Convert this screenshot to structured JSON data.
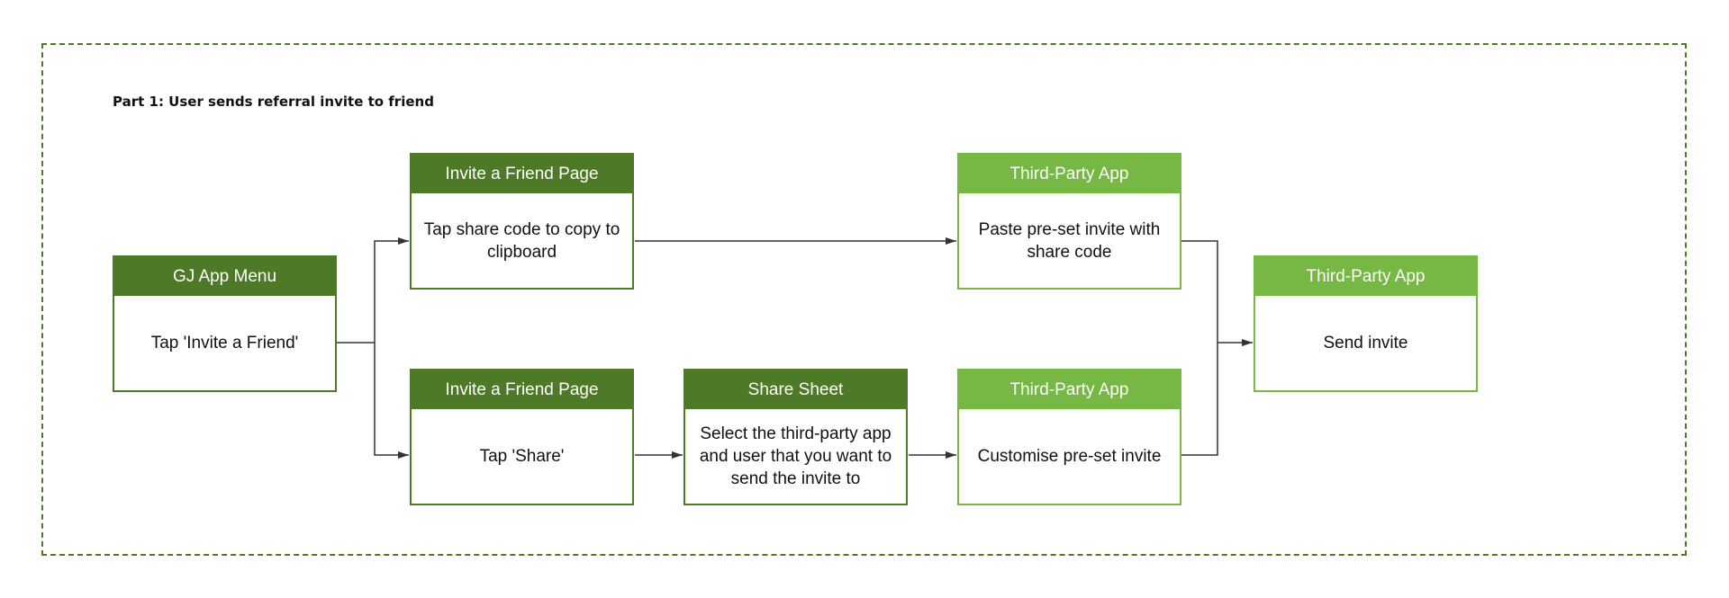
{
  "title": "Part 1: User sends referral invite to friend",
  "colors": {
    "dark_green": "#4e7a27",
    "light_green": "#76b843",
    "connector": "#333333"
  },
  "nodes": {
    "gj_menu": {
      "header": "GJ App Menu",
      "body": "Tap 'Invite a Friend'"
    },
    "invite_page_copy": {
      "header": "Invite a Friend Page",
      "body": "Tap share code to copy to clipboard"
    },
    "invite_page_share": {
      "header": "Invite a Friend Page",
      "body": "Tap 'Share'"
    },
    "share_sheet": {
      "header": "Share Sheet",
      "body": "Select the third-party app and user that you want to send the invite to"
    },
    "third_party_paste": {
      "header": "Third-Party App",
      "body": "Paste pre-set invite with share code"
    },
    "third_party_customise": {
      "header": "Third-Party App",
      "body": "Customise pre-set invite"
    },
    "third_party_send": {
      "header": "Third-Party App",
      "body": "Send invite"
    }
  }
}
